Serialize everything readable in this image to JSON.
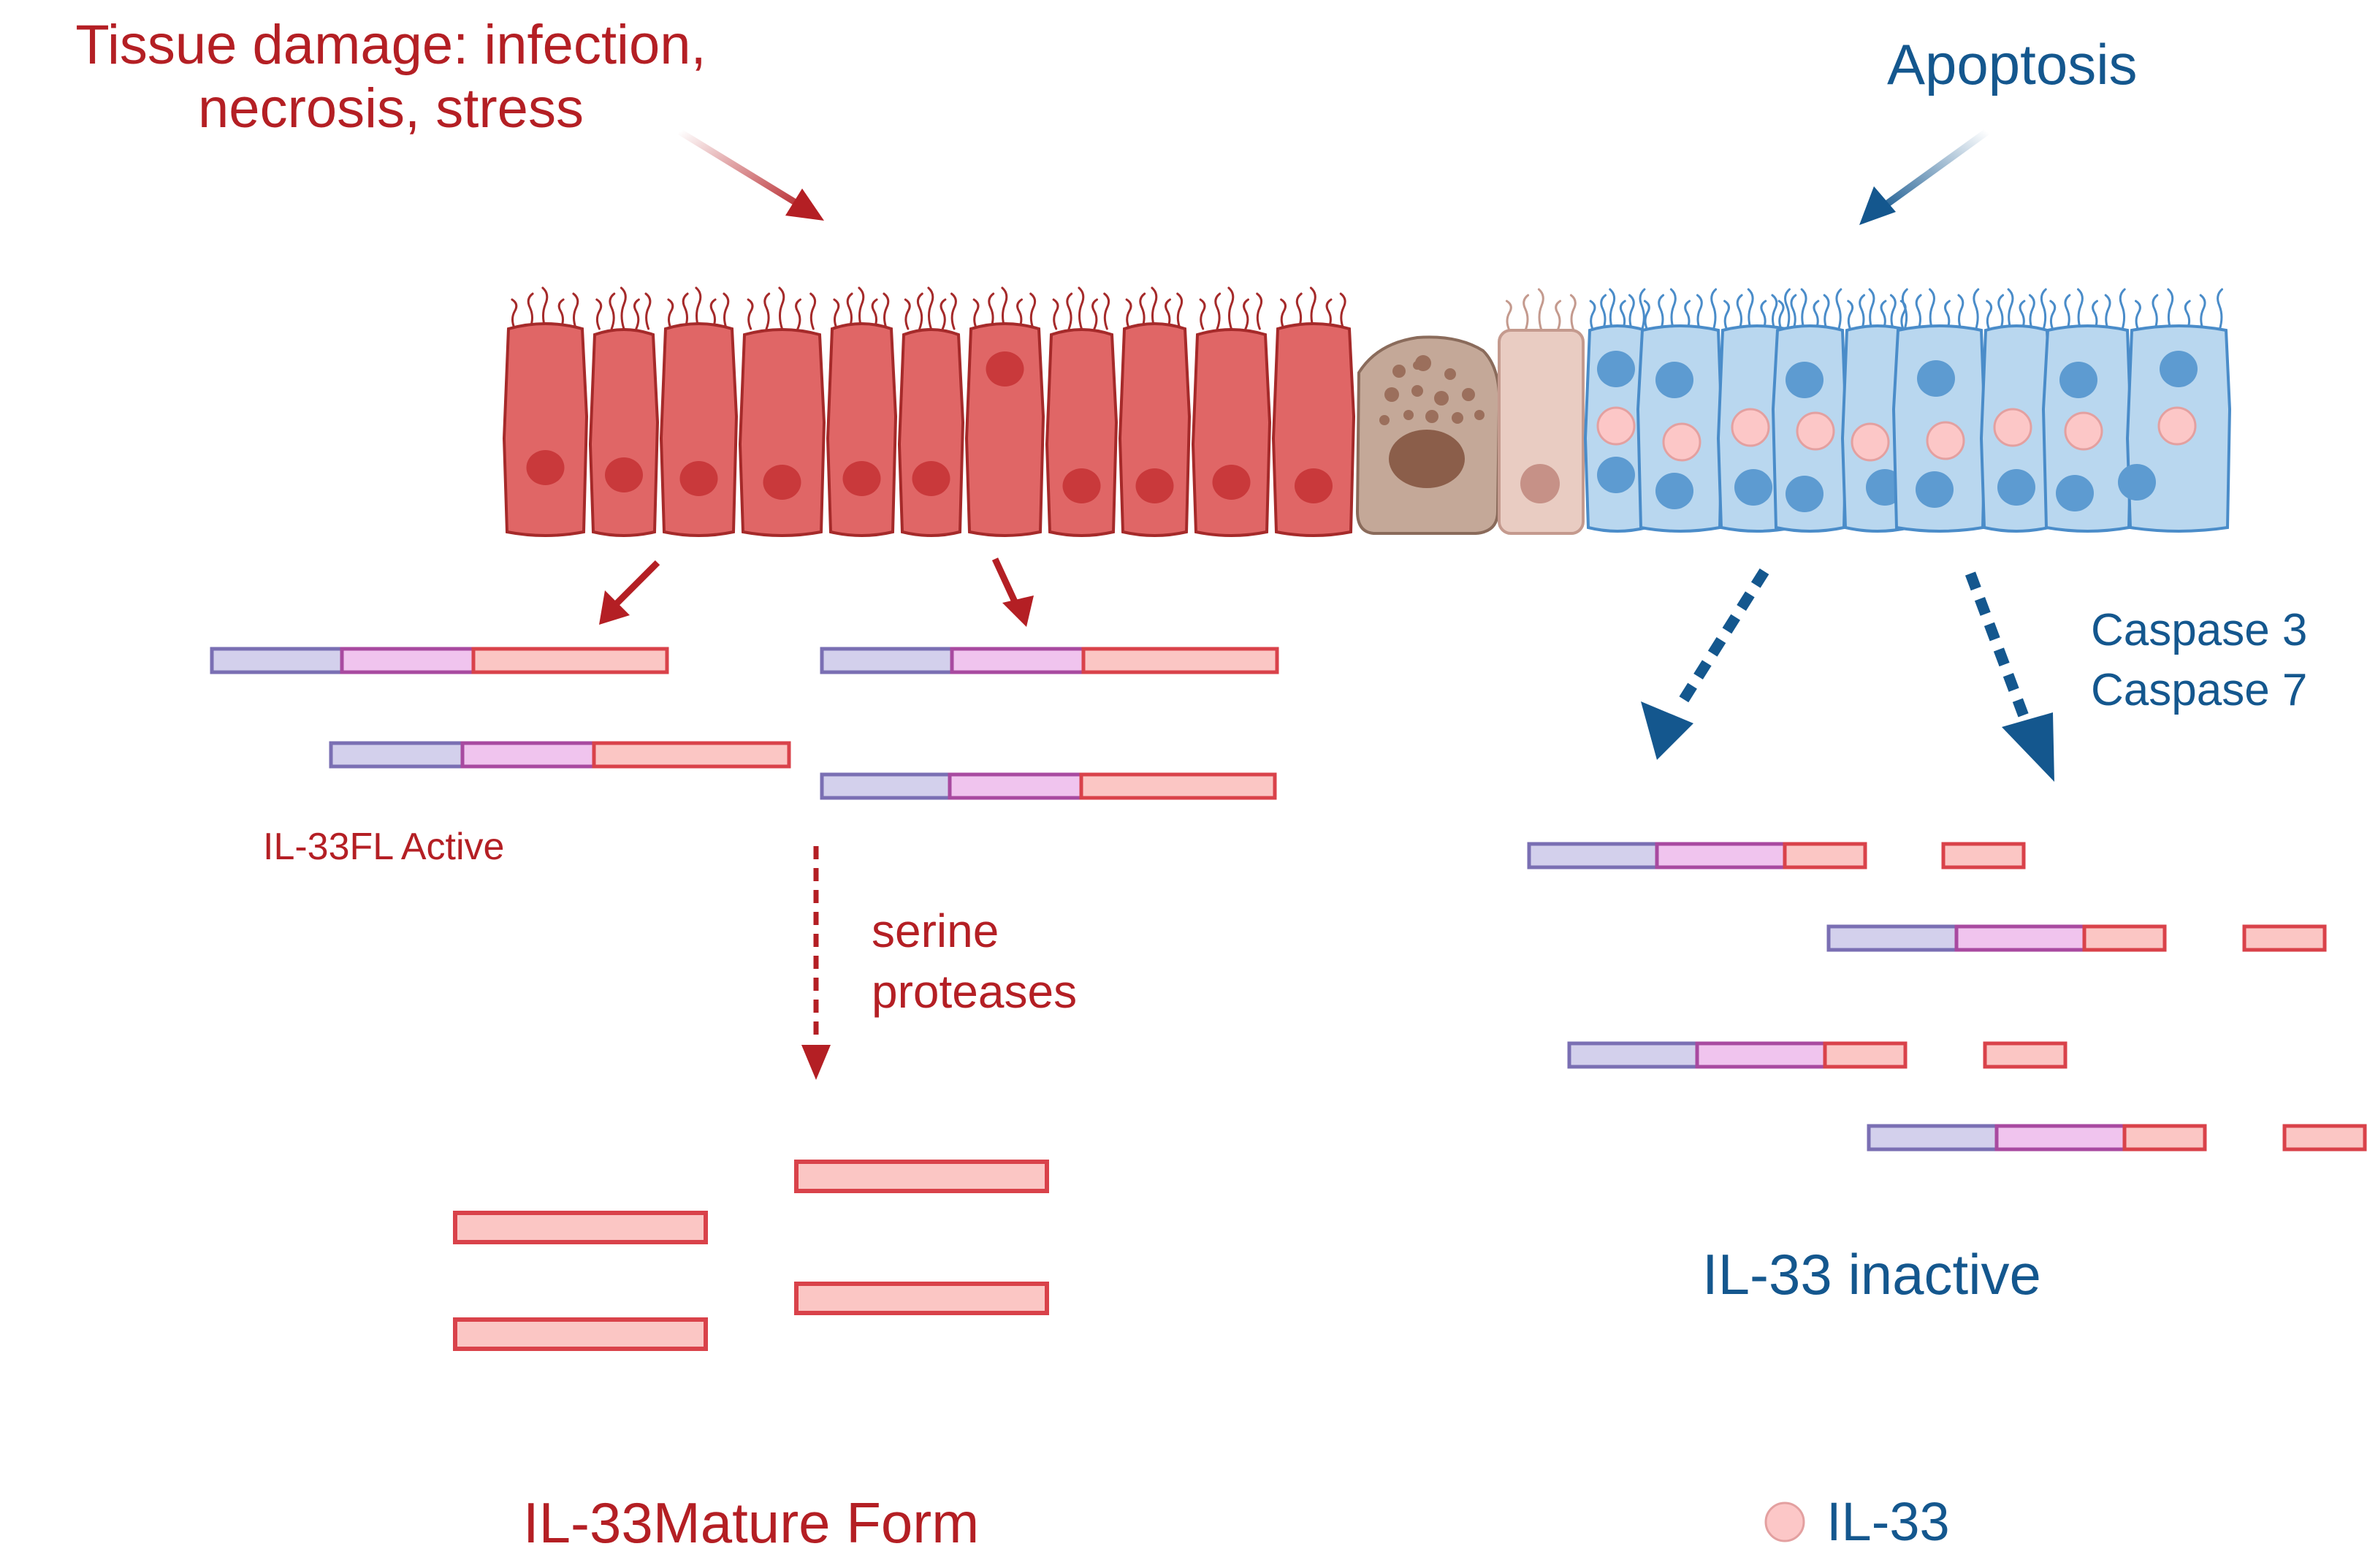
{
  "labels": {
    "damage_line1": "Tissue damage: infection,",
    "damage_line2": "necrosis, stress",
    "apoptosis": "Apoptosis",
    "il33fl_active": "IL-33FL Active",
    "serine_line1": "serine",
    "serine_line2": "proteases",
    "caspase3": "Caspase 3",
    "caspase7": "Caspase 7",
    "il33_inactive": "IL-33 inactive",
    "mature_form": "IL-33Mature Form",
    "legend_il33": "IL-33"
  },
  "colors": {
    "red_text": "#b41f24",
    "blue_text": "#14578e",
    "red_cell_fill": "#e06666",
    "red_cell_stroke": "#a52a2a",
    "blue_cell_fill": "#b9d7ef",
    "blue_cell_stroke": "#4a8cc9",
    "segment_lavender": "#d3d0ec",
    "segment_pink": "#f0c4ee",
    "segment_salmon": "#fbc6c4",
    "il33_dot": "#fcc7c7"
  },
  "legend": {
    "icon": "il33-dot-icon"
  }
}
